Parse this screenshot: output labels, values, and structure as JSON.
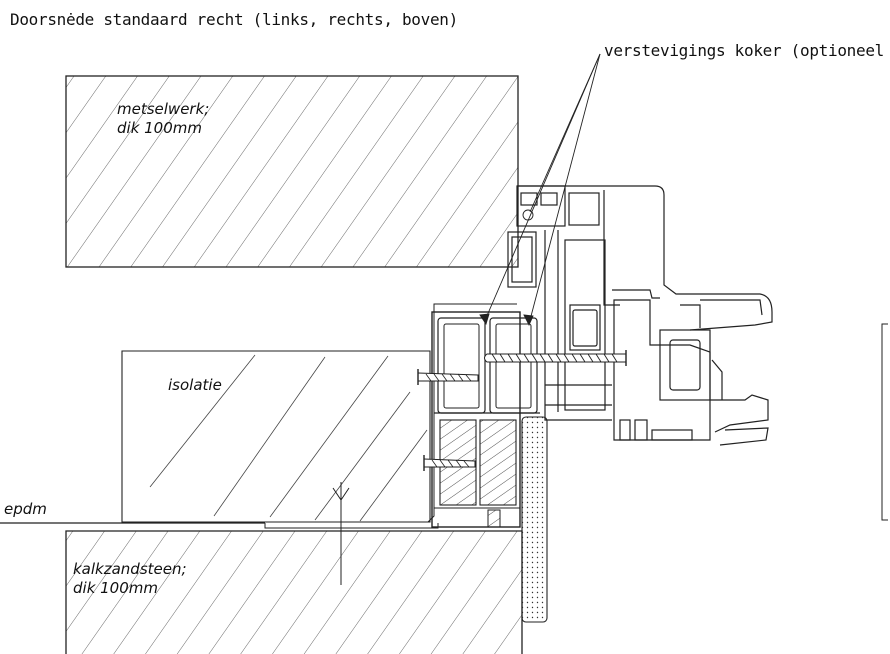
{
  "title": "Doorsnėde standaard recht (links, rechts, boven)",
  "callout": "verstevigings koker (optioneel",
  "labels": {
    "brick_1": "metselwerk;",
    "brick_2": "dik 100mm",
    "insulation": "isolatie",
    "membrane": "epdm",
    "calcsilicate_1": "kalkzandsteen;",
    "calcsilicate_2": "dik 100mm"
  },
  "colors": {
    "line": "#222222",
    "hatch": "#444444",
    "background": "#ffffff"
  }
}
